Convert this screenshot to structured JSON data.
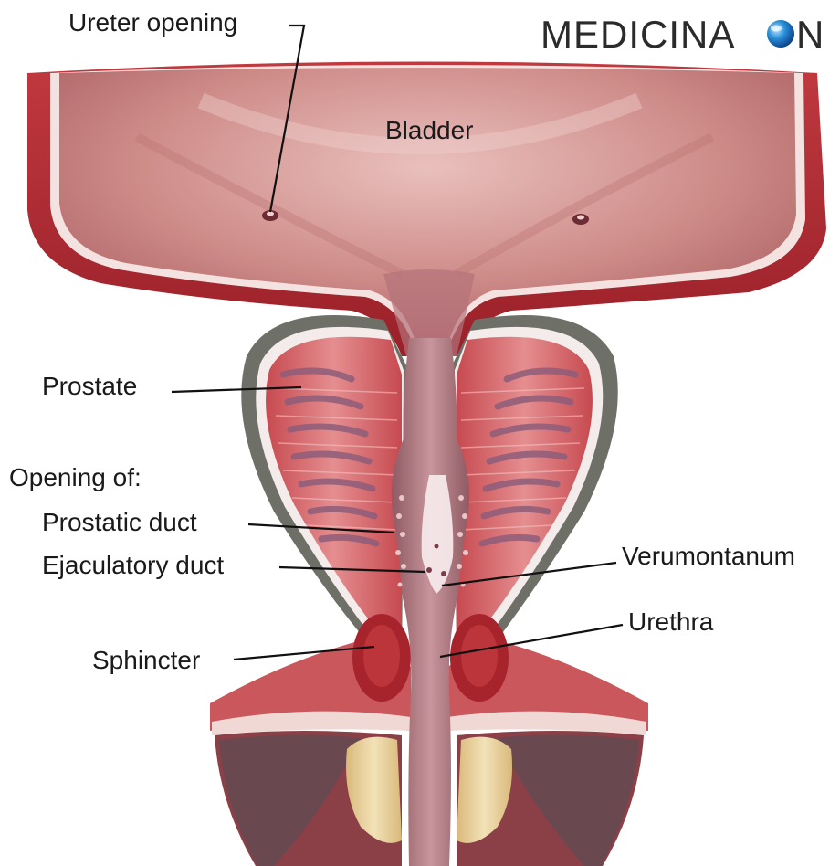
{
  "brand": {
    "text_before": "MEDICINA",
    "text_after": "N",
    "logo_icon": "globe-icon"
  },
  "labels": {
    "ureter_opening": "Ureter opening",
    "bladder": "Bladder",
    "prostate": "Prostate",
    "opening_of": "Opening of:",
    "prostatic_duct": "Prostatic duct",
    "ejaculatory_duct": "Ejaculatory duct",
    "verumontanum": "Verumontanum",
    "urethra": "Urethra",
    "sphincter": "Sphincter"
  },
  "colors": {
    "tissue_dark_red": "#b82e36",
    "tissue_pink": "#d88f8f",
    "bladder_lining": "#c98583",
    "capsule_gray": "#6e7068",
    "urethra_mauve": "#a8707a",
    "bone_cream": "#e6cf9a"
  }
}
